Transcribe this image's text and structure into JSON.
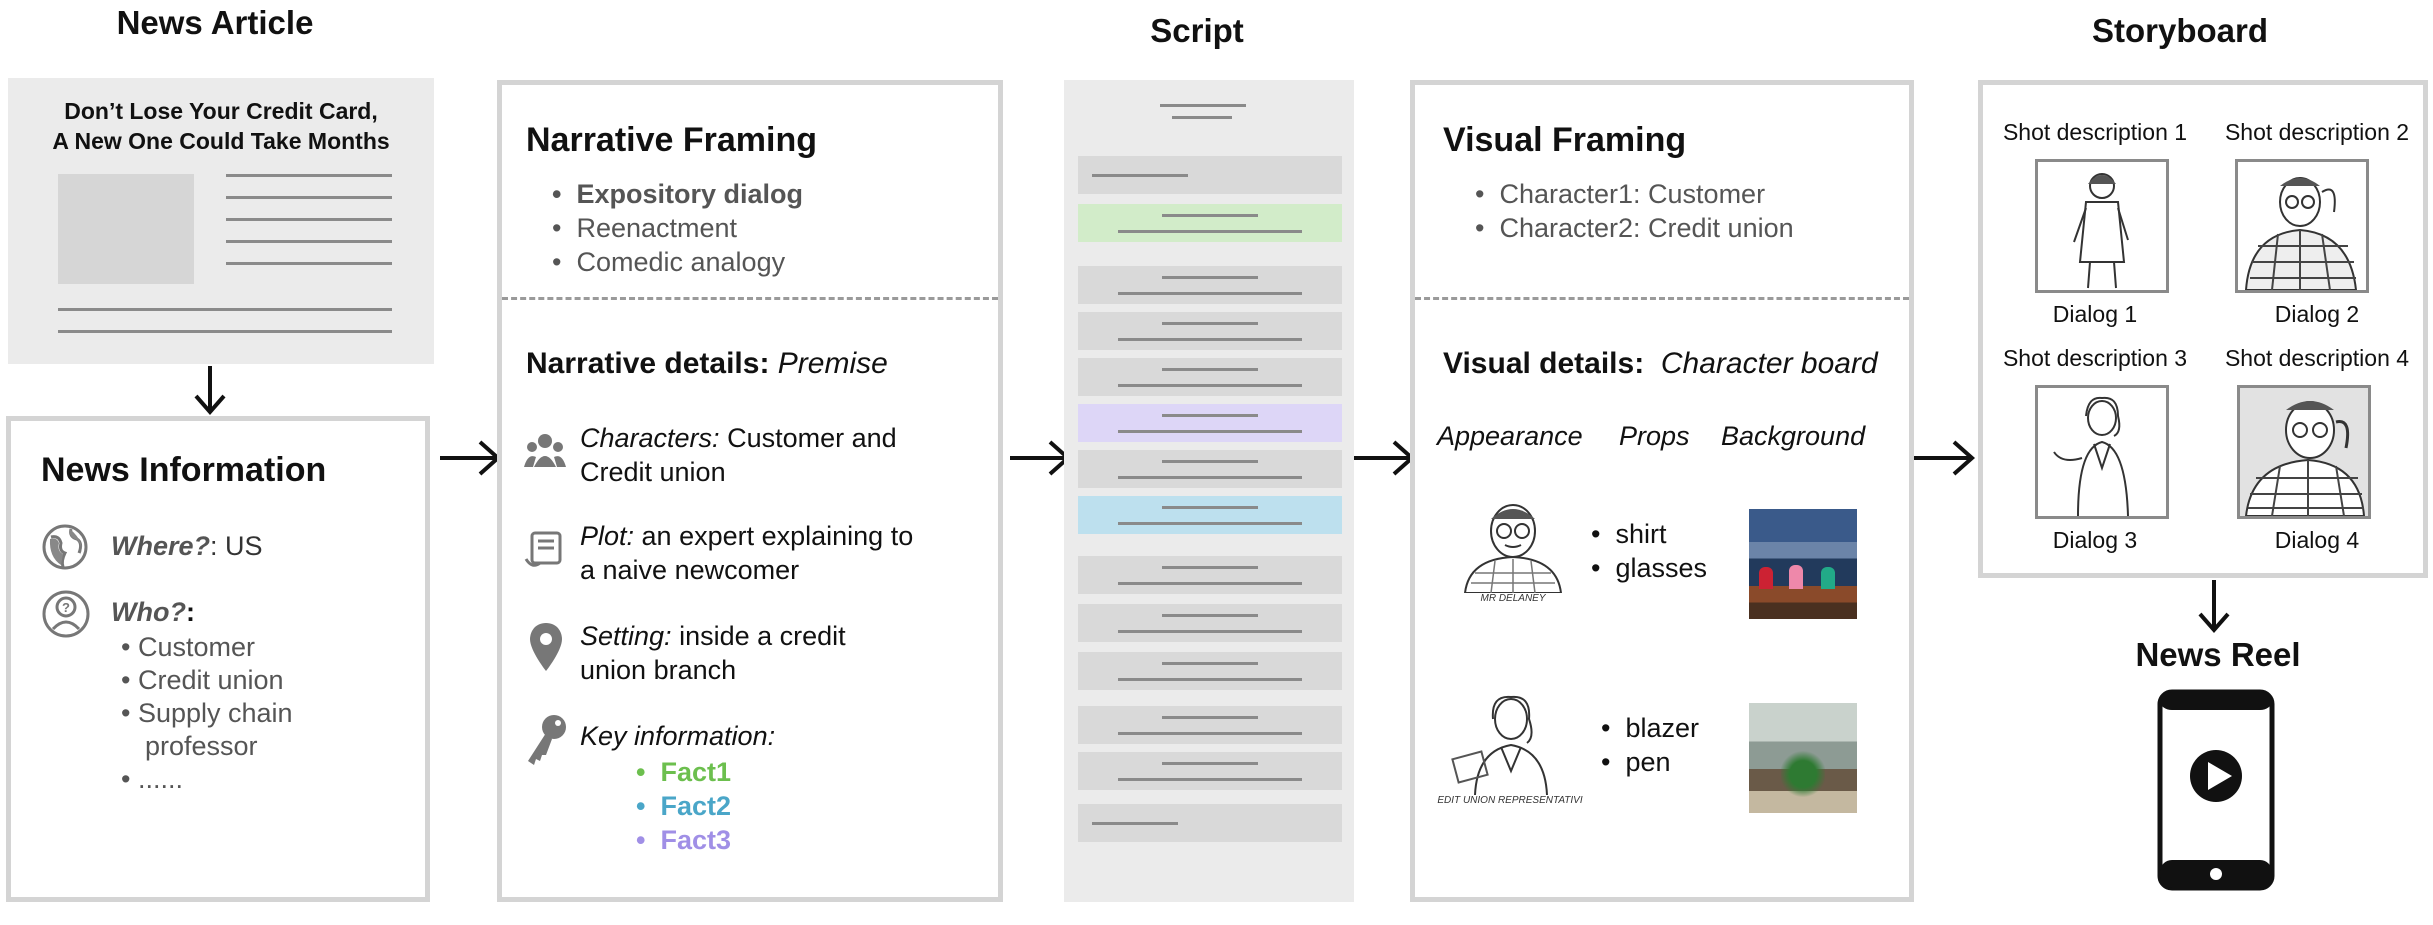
{
  "headings": {
    "news_article": "News Article",
    "script": "Script",
    "storyboard": "Storyboard"
  },
  "article": {
    "title_line1": "Don’t Lose Your Credit Card,",
    "title_line2": "A New One Could Take Months"
  },
  "news_info": {
    "title": "News Information",
    "where_label": "Where?",
    "where_value": ": US",
    "who_label": "Who?",
    "who_colon": ":",
    "who_items": [
      "Customer",
      "Credit union",
      "Supply chain",
      "professor",
      "......"
    ]
  },
  "narrative": {
    "title": "Narrative Framing",
    "options": [
      "Expository dialog",
      "Reenactment",
      "Comedic analogy"
    ],
    "details_label": "Narrative details:",
    "details_value": "Premise",
    "characters_label": "Characters:",
    "characters_value": " Customer and",
    "characters_value2": "Credit union",
    "plot_label": "Plot:",
    "plot_value": " an expert explaining to",
    "plot_value2": "a naive newcomer",
    "setting_label": "Setting:",
    "setting_value": " inside a credit",
    "setting_value2": "union branch",
    "key_label": "Key information:",
    "facts": [
      "Fact1",
      "Fact2",
      "Fact3"
    ]
  },
  "visual": {
    "title": "Visual Framing",
    "characters": [
      "Character1: Customer",
      "Character2: Credit union"
    ],
    "details_label": "Visual details:",
    "details_value": "Character board",
    "col_appearance": "Appearance",
    "col_props": "Props",
    "col_background": "Background",
    "char1_caption": "MR DELANEY",
    "char1_props": [
      "shirt",
      "glasses"
    ],
    "char2_caption": "EDIT UNION REPRESENTATIVI",
    "char2_props": [
      "blazer",
      "pen"
    ]
  },
  "storyboard": {
    "shots": [
      {
        "desc": "Shot description 1",
        "dialog": "Dialog 1"
      },
      {
        "desc": "Shot description 2",
        "dialog": "Dialog 2"
      },
      {
        "desc": "Shot description 3",
        "dialog": "Dialog 3"
      },
      {
        "desc": "Shot description 4",
        "dialog": "Dialog 4"
      }
    ]
  },
  "news_reel": {
    "title": "News Reel"
  },
  "colors": {
    "panel_border": "#d4d4d4",
    "fact1": "#6cbf4e",
    "fact2": "#4aa6c8",
    "fact3": "#a08fe6",
    "script_green": "#d2ecc9",
    "script_purple": "#ddd6f7",
    "script_blue": "#bde0ee"
  }
}
